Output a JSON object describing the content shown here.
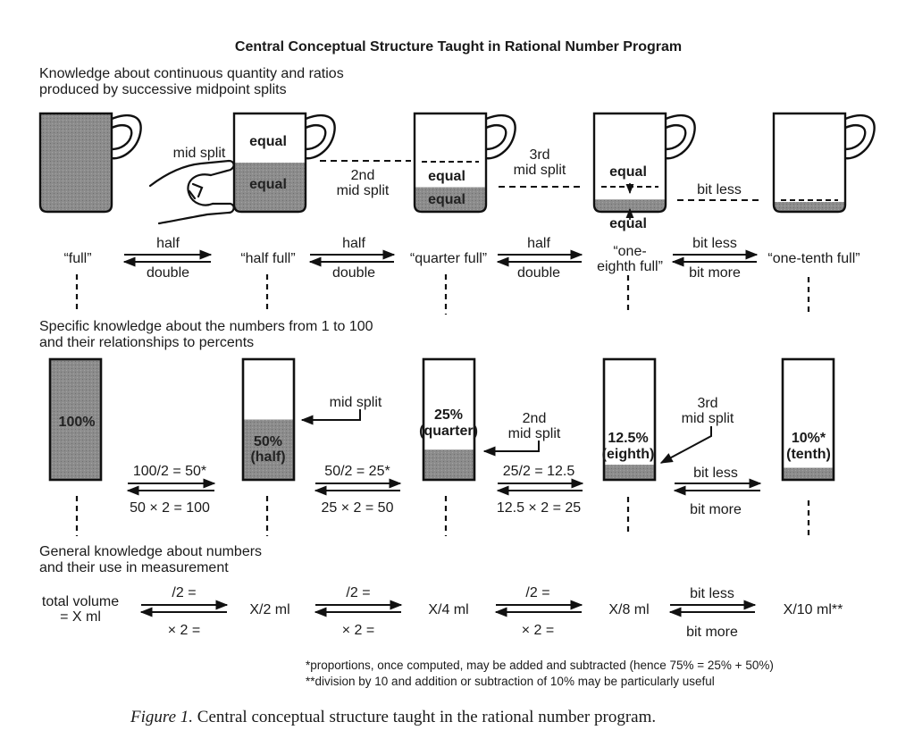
{
  "title": "Central Conceptual Structure Taught in Rational Number Program",
  "caption": {
    "label": "Figure 1.",
    "text": "Central conceptual structure taught in the rational number program."
  },
  "colors": {
    "ink": "#111111",
    "shade": "#8c8c8c",
    "background": "#ffffff"
  },
  "row1": {
    "heading_line1": "Knowledge about continuous quantity and ratios",
    "heading_line2": "produced by successive midpoint splits",
    "mugs": [
      {
        "fill_fraction": 1.0,
        "labels": []
      },
      {
        "fill_fraction": 0.5,
        "labels": [
          "equal",
          "equal"
        ],
        "split_label": "mid split"
      },
      {
        "fill_fraction": 0.25,
        "labels": [
          "equal",
          "equal"
        ]
      },
      {
        "fill_fraction": 0.125,
        "labels": [
          "equal",
          "equal"
        ]
      },
      {
        "fill_fraction": 0.1,
        "labels": []
      }
    ],
    "connectors": [
      "2nd\nmid split",
      "3rd\nmid split",
      "bit less"
    ],
    "connector_lines": [
      [
        "2nd",
        "mid split"
      ],
      [
        "3rd",
        "mid split"
      ],
      [
        "bit less"
      ]
    ],
    "states": [
      "“full”",
      "“half full”",
      "“quarter full”",
      "“one-",
      "eighth full”",
      "“one-tenth full”"
    ],
    "arrows": [
      {
        "forward": "half",
        "backward": "double"
      },
      {
        "forward": "half",
        "backward": "double"
      },
      {
        "forward": "half",
        "backward": "double"
      },
      {
        "forward": "bit less",
        "backward": "bit more"
      }
    ]
  },
  "row2": {
    "heading_line1": "Specific knowledge about the numbers from 1 to 100",
    "heading_line2": "and their relationships to percents",
    "bars": [
      {
        "fill_fraction": 1.0,
        "label1": "100%",
        "label2": ""
      },
      {
        "fill_fraction": 0.5,
        "label1": "50%",
        "label2": "(half)"
      },
      {
        "fill_fraction": 0.25,
        "label1": "25%",
        "label2": "(quarter)"
      },
      {
        "fill_fraction": 0.125,
        "label1": "12.5%",
        "label2": "(eighth)"
      },
      {
        "fill_fraction": 0.1,
        "label1": "10%*",
        "label2": "(tenth)"
      }
    ],
    "pointers": [
      {
        "line1": "mid split",
        "line2": ""
      },
      {
        "line1": "2nd",
        "line2": "mid split"
      },
      {
        "line1": "3rd",
        "line2": "mid split"
      }
    ],
    "arrows": [
      {
        "forward": "100/2 = 50*",
        "backward": "50 × 2 = 100"
      },
      {
        "forward": "50/2 = 25*",
        "backward": "25 × 2 = 50"
      },
      {
        "forward": "25/2 = 12.5",
        "backward": "12.5 × 2 = 25"
      },
      {
        "forward": "bit less",
        "backward": "bit more"
      }
    ]
  },
  "row3": {
    "heading_line1": "General knowledge about numbers",
    "heading_line2": "and their use in measurement",
    "start_line1": "total volume",
    "start_line2": "= X ml",
    "values": [
      "X/2 ml",
      "X/4 ml",
      "X/8 ml",
      "X/10 ml**"
    ],
    "arrows": [
      {
        "forward": "/2 =",
        "backward": "× 2 ="
      },
      {
        "forward": "/2 =",
        "backward": "× 2 ="
      },
      {
        "forward": "/2 =",
        "backward": "× 2 ="
      },
      {
        "forward": "bit less",
        "backward": "bit more"
      }
    ]
  },
  "footnotes": [
    "*proportions, once computed, may be added and subtracted (hence 75% = 25% + 50%)",
    "**division by 10 and addition or subtraction of 10% may be particularly useful"
  ]
}
